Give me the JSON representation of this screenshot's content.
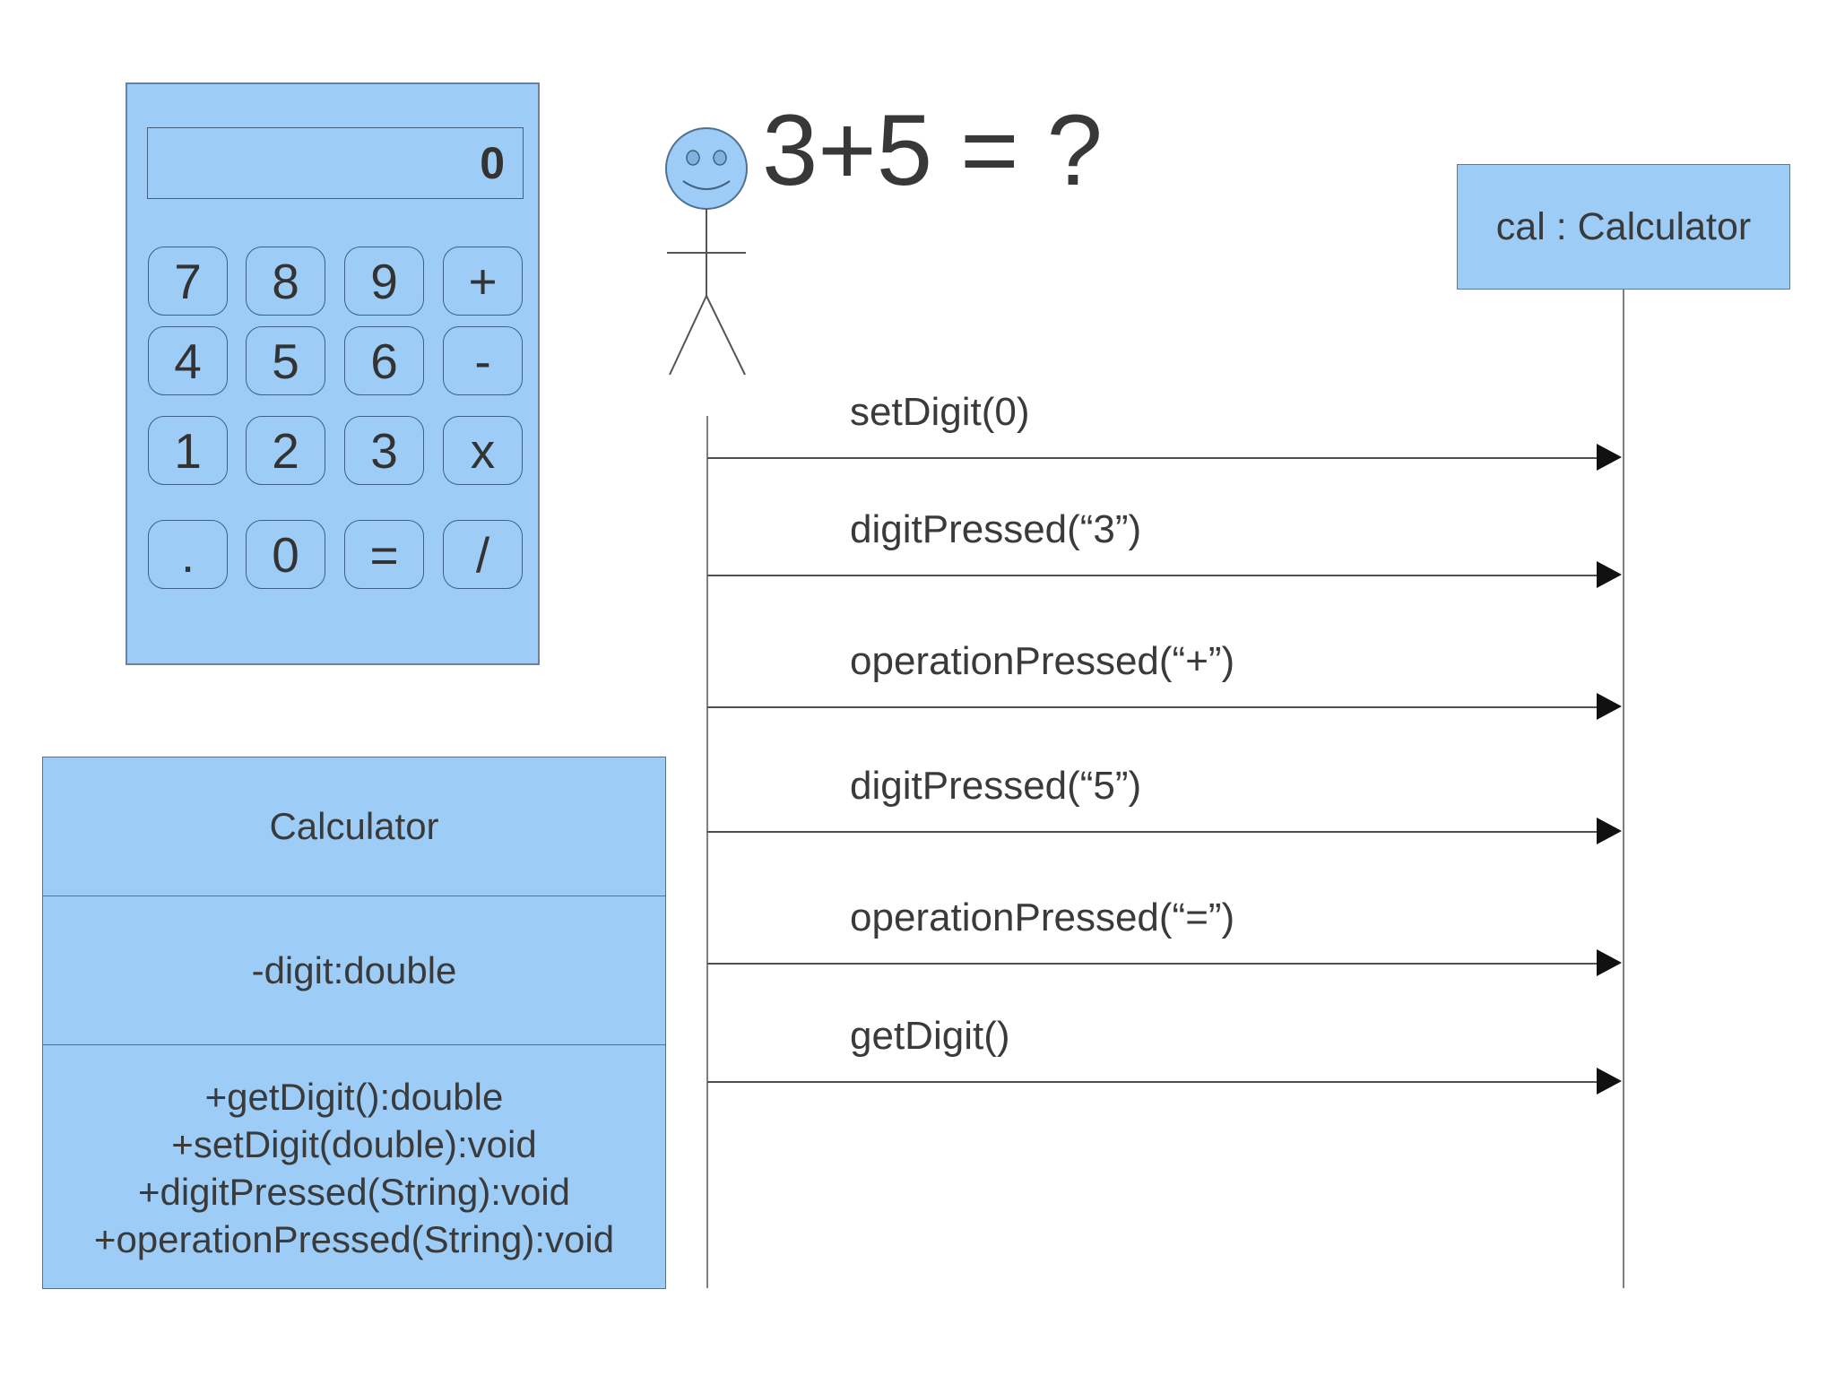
{
  "calculator": {
    "display_value": "0",
    "buttons": [
      [
        "7",
        "8",
        "9",
        "+"
      ],
      [
        "4",
        "5",
        "6",
        "-"
      ],
      [
        "1",
        "2",
        "3",
        "x"
      ],
      [
        ".",
        "0",
        "=",
        "/"
      ]
    ]
  },
  "class_diagram": {
    "title": "Calculator",
    "attributes": [
      "-digit:double"
    ],
    "methods": [
      "+getDigit():double",
      "+setDigit(double):void",
      "+digitPressed(String):void",
      "+operationPressed(String):void"
    ]
  },
  "sequence": {
    "title": "3+5 = ?",
    "object_label": "cal : Calculator",
    "messages": [
      {
        "label": "setDigit(0)"
      },
      {
        "label": "digitPressed(“3”)"
      },
      {
        "label": "operationPressed(“+”)"
      },
      {
        "label": "digitPressed(“5”)"
      },
      {
        "label": "operationPressed(“=”)"
      },
      {
        "label": "getDigit()"
      }
    ]
  },
  "colors": {
    "fill_blue": "#9dcdf7",
    "box_border": "#5d7b9c",
    "button_border": "#3c5f86",
    "text": "#3a3a3a",
    "lifeline": "#808080",
    "arrow_line": "#4f4f4f",
    "arrowhead": "#111111"
  }
}
